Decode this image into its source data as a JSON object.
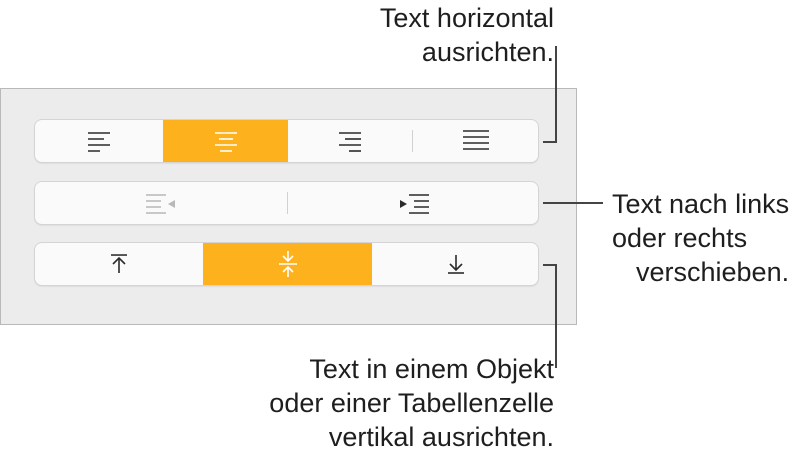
{
  "panel": {
    "alignment_row": {
      "buttons": [
        {
          "icon": "align-left-icon",
          "active": false
        },
        {
          "icon": "align-center-icon",
          "active": true
        },
        {
          "icon": "align-right-icon",
          "active": false
        },
        {
          "icon": "align-justify-icon",
          "active": false
        }
      ]
    },
    "indent_row": {
      "buttons": [
        {
          "icon": "decrease-indent-icon",
          "enabled": false
        },
        {
          "icon": "increase-indent-icon",
          "enabled": true
        }
      ]
    },
    "vertical_row": {
      "buttons": [
        {
          "icon": "align-top-icon",
          "active": false
        },
        {
          "icon": "align-middle-icon",
          "active": true
        },
        {
          "icon": "align-bottom-icon",
          "active": false
        }
      ]
    }
  },
  "callouts": {
    "horizontal": {
      "line1": "Text horizontal",
      "line2": "ausrichten."
    },
    "indent": {
      "line1": "Text nach links",
      "line2": "oder rechts",
      "line3": "verschieben."
    },
    "vertical": {
      "line1": "Text in einem Objekt",
      "line2": "oder einer Tabellenzelle",
      "line3": "vertikal ausrichten."
    }
  },
  "colors": {
    "accent": "#fdb11c",
    "panel_bg": "#ececec",
    "button_bg": "#fafafa",
    "callout_line": "#444444"
  }
}
